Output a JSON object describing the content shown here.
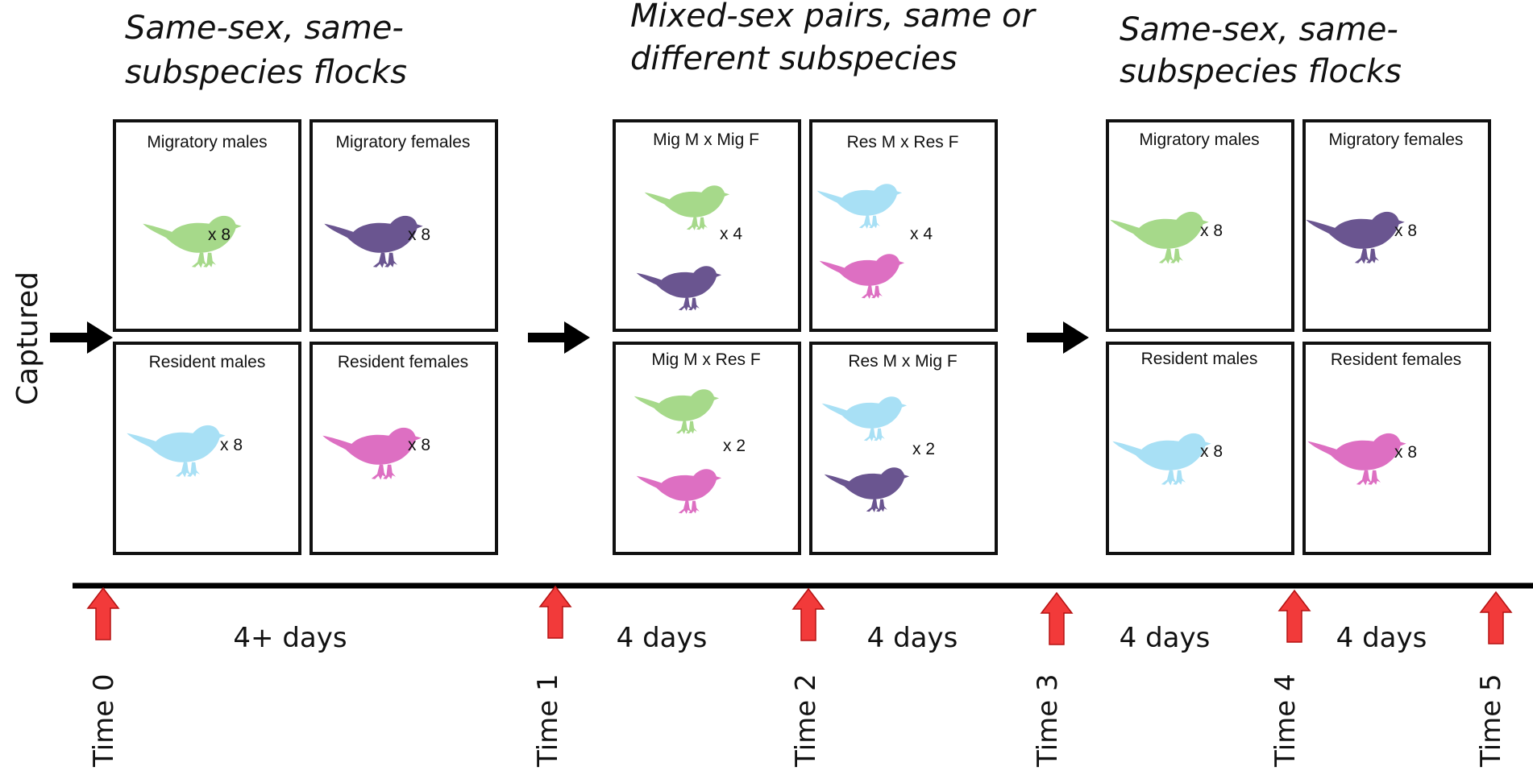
{
  "captured_label": "Captured",
  "colors": {
    "migratory_male": "#a6d98a",
    "migratory_female": "#6a5590",
    "resident_male": "#a8e0f5",
    "resident_female": "#dd6fc2",
    "marker": "#f23a3a",
    "marker_stroke": "#b51212"
  },
  "phases": [
    {
      "title_lines": [
        "Same-sex, same-",
        "subspecies flocks"
      ],
      "boxes": [
        {
          "label": "Migratory males",
          "count": "x 8",
          "birds": [
            "migratory_male"
          ]
        },
        {
          "label": "Migratory females",
          "count": "x 8",
          "birds": [
            "migratory_female"
          ]
        },
        {
          "label": "Resident males",
          "count": "x 8",
          "birds": [
            "resident_male"
          ]
        },
        {
          "label": "Resident females",
          "count": "x 8",
          "birds": [
            "resident_female"
          ]
        }
      ]
    },
    {
      "title_lines": [
        "Mixed-sex pairs, same or",
        "different subspecies"
      ],
      "boxes": [
        {
          "label": "Mig M x Mig F",
          "count": "x 4",
          "birds": [
            "migratory_male",
            "migratory_female"
          ]
        },
        {
          "label": "Res M x Res F",
          "count": "x 4",
          "birds": [
            "resident_male",
            "resident_female"
          ]
        },
        {
          "label": "Mig M x Res F",
          "count": "x 2",
          "birds": [
            "migratory_male",
            "resident_female"
          ]
        },
        {
          "label": "Res M x Mig F",
          "count": "x 2",
          "birds": [
            "resident_male",
            "migratory_female"
          ]
        }
      ]
    },
    {
      "title_lines": [
        "Same-sex, same-",
        "subspecies flocks"
      ],
      "boxes": [
        {
          "label": "Migratory males",
          "count": "x 8",
          "birds": [
            "migratory_male"
          ]
        },
        {
          "label": "Migratory females",
          "count": "x 8",
          "birds": [
            "migratory_female"
          ]
        },
        {
          "label": "Resident males",
          "count": "x 8",
          "birds": [
            "resident_male"
          ]
        },
        {
          "label": "Resident females",
          "count": "x 8",
          "birds": [
            "resident_female"
          ]
        }
      ]
    }
  ],
  "timeline": {
    "times": [
      "Time 0",
      "Time 1",
      "Time 2",
      "Time 3",
      "Time 4",
      "Time 5"
    ],
    "durations": [
      "4+ days",
      "4 days",
      "4 days",
      "4 days",
      "4 days"
    ]
  }
}
